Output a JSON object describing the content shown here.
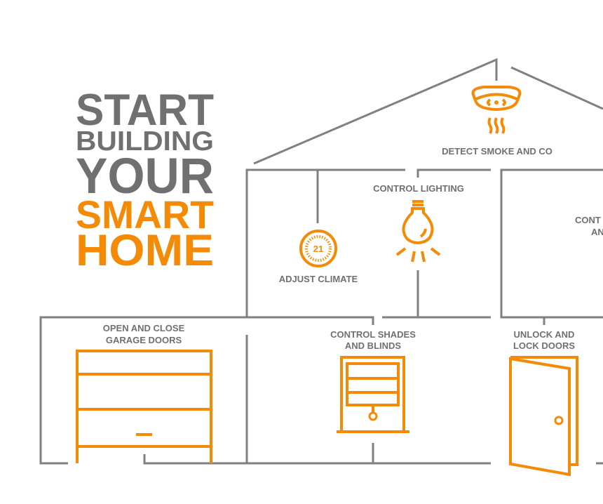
{
  "title": {
    "lines": [
      "START",
      "BUILDING",
      "YOUR",
      "SMART",
      "HOME"
    ]
  },
  "colors": {
    "accent": "#f58a07",
    "text": "#707073",
    "lines": "#808083"
  },
  "features": {
    "smoke": {
      "label": "DETECT SMOKE AND CO",
      "icon": "smoke-detector-icon"
    },
    "lighting": {
      "label": "CONTROL LIGHTING",
      "icon": "light-bulb-icon"
    },
    "climate": {
      "label": "ADJUST CLIMATE",
      "icon": "thermostat-icon",
      "temperature": "21"
    },
    "partial": {
      "line1": "CONT",
      "line2": "AN"
    },
    "garage": {
      "line1": "OPEN AND CLOSE",
      "line2": "GARAGE DOORS",
      "icon": "garage-door-icon"
    },
    "shades": {
      "line1": "CONTROL SHADES",
      "line2": "AND BLINDS",
      "icon": "window-blinds-icon"
    },
    "doors": {
      "line1": "UNLOCK AND",
      "line2": "LOCK DOORS",
      "icon": "door-icon"
    }
  }
}
